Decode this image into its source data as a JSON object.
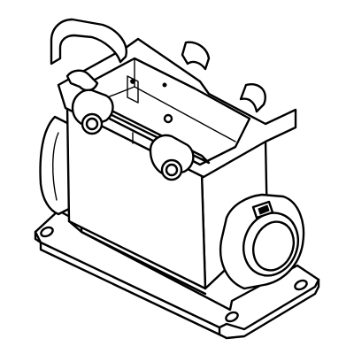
{
  "drawing": {
    "subject": "connector-housing-surface-mount",
    "style": "black line art on white",
    "stroke_color": "#000000",
    "background_color": "#ffffff"
  },
  "parts": [
    "base-flange",
    "housing-body",
    "top-frame",
    "locking-lever",
    "latch-pegs",
    "cable-entry",
    "mounting-holes"
  ]
}
